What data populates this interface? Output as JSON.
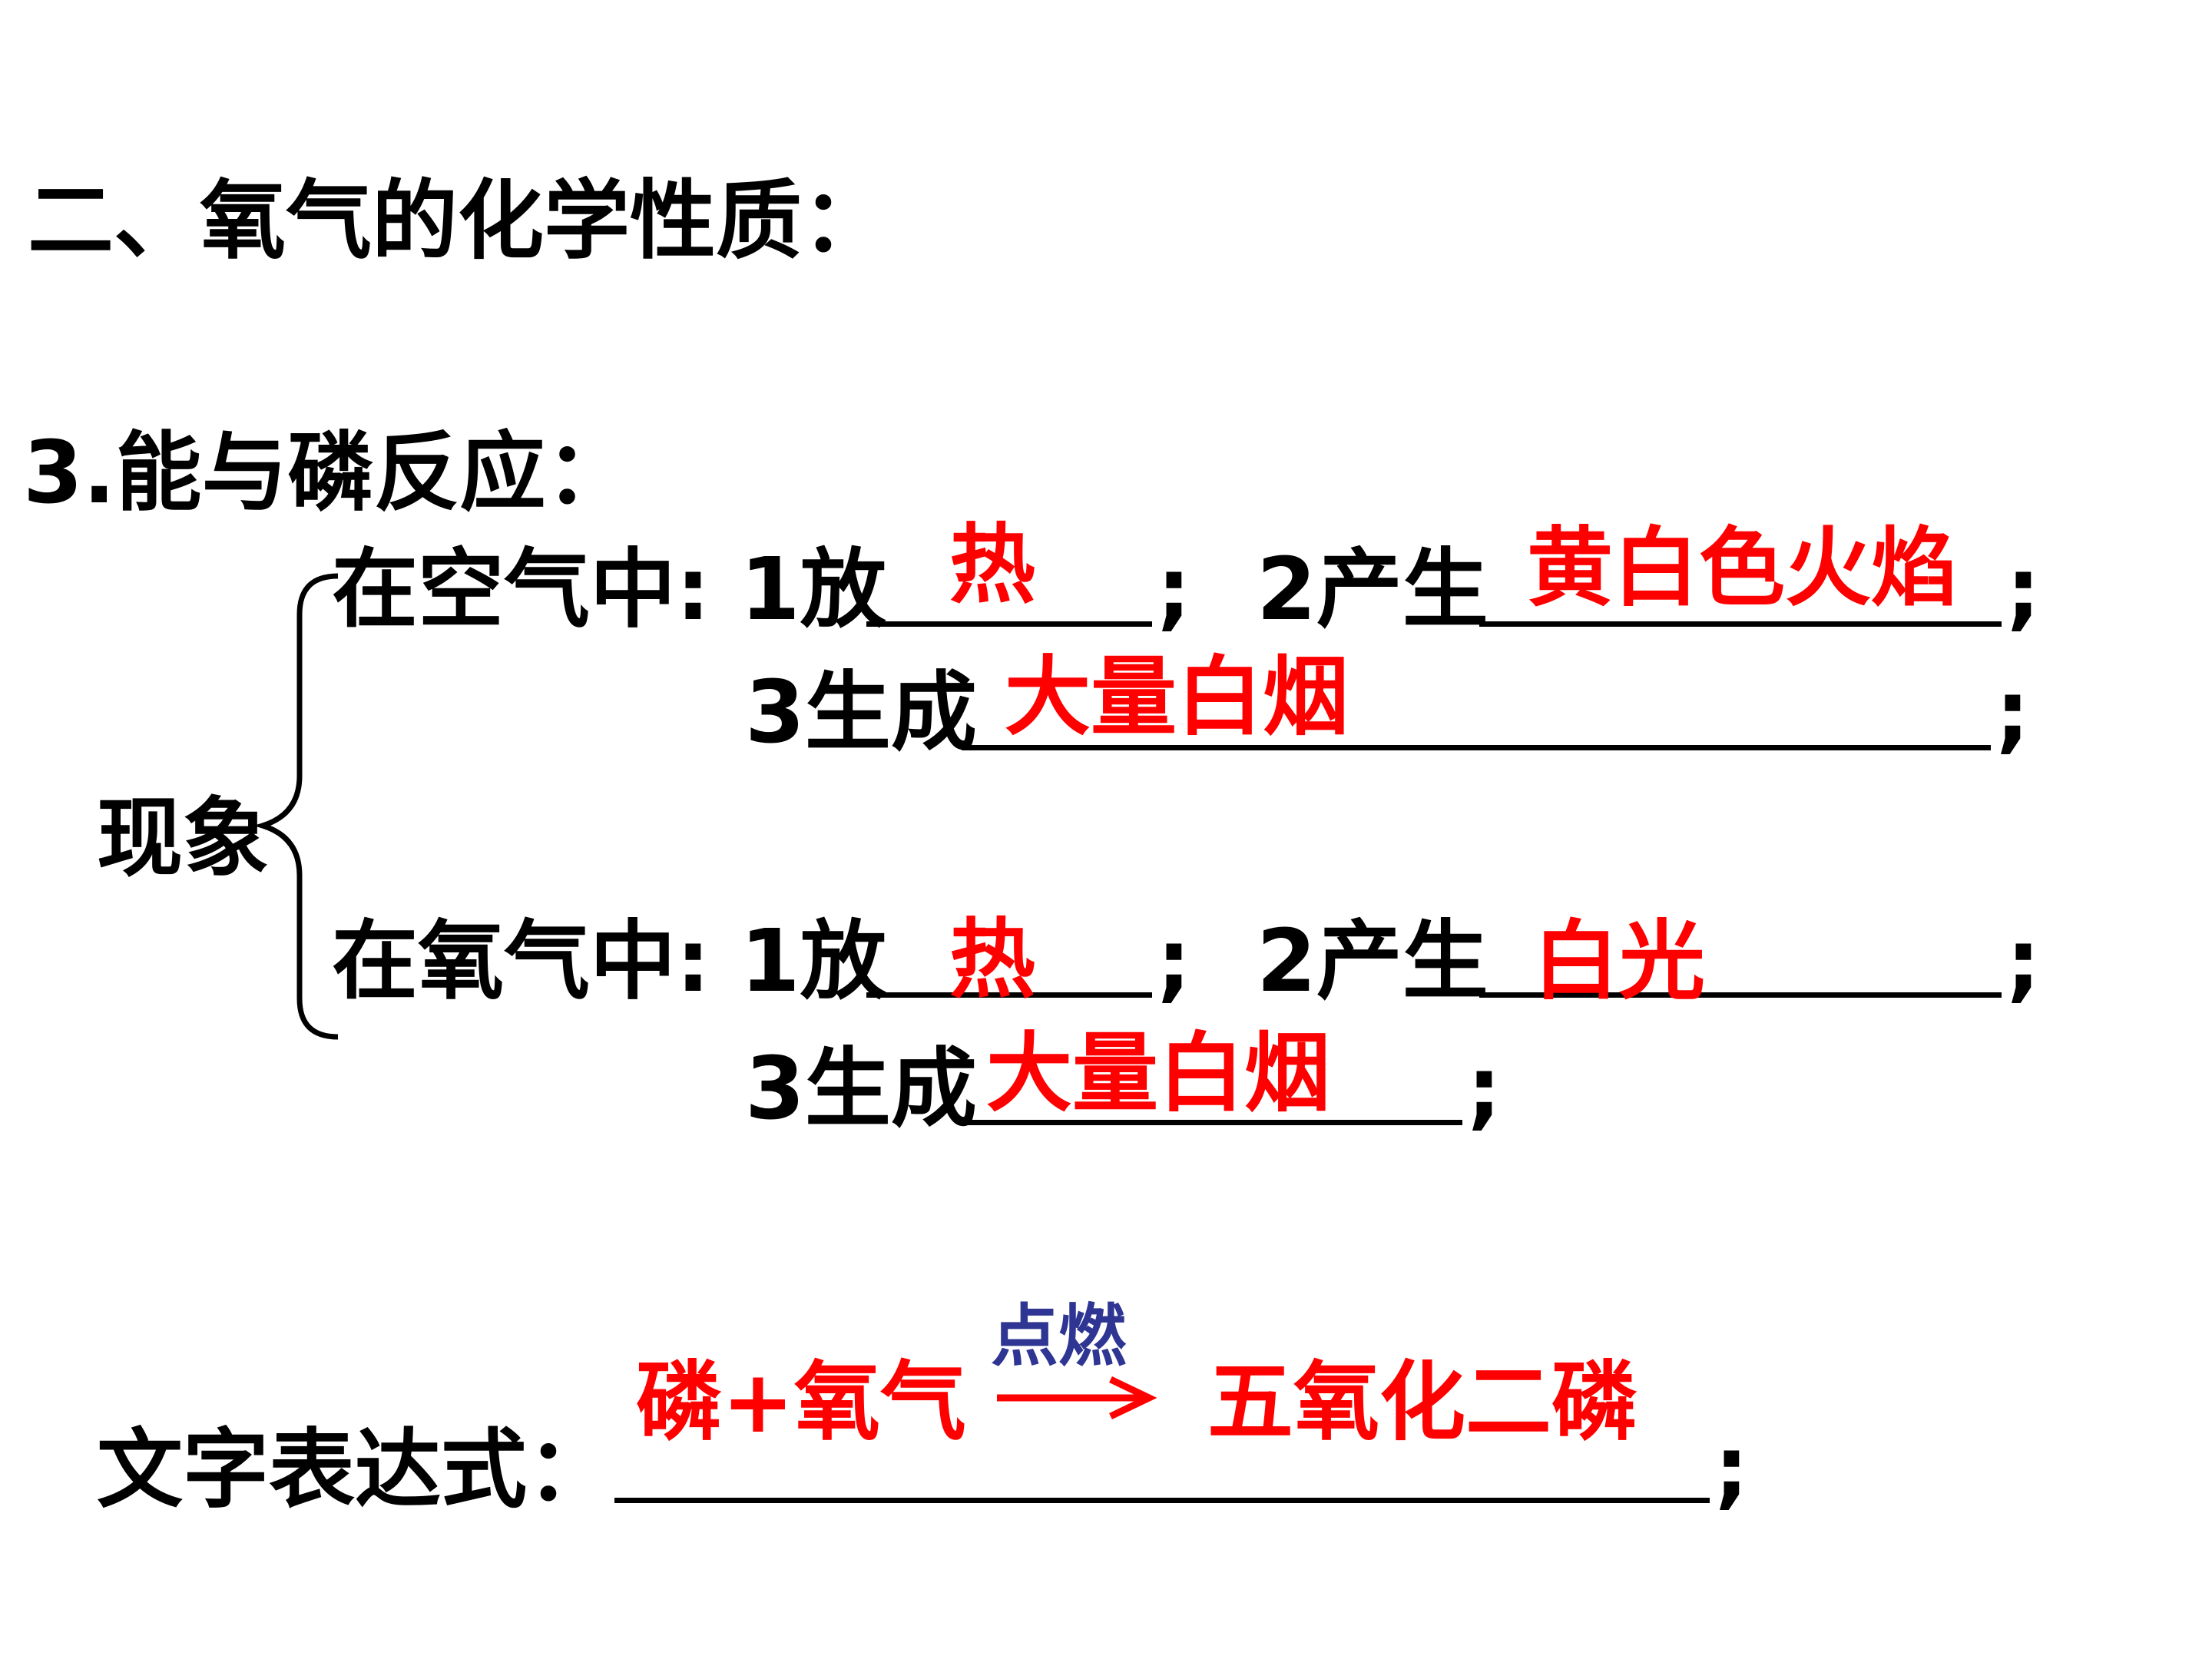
{
  "section_title": "二、氧气的化学性质：",
  "item_title": "3.能与磷反应：",
  "phenomenon_label": "现象",
  "colors": {
    "answer": "#ff0000",
    "condition": "#2e3592",
    "text": "#000000"
  },
  "in_air": {
    "label": "在空气中: 1放",
    "answer1": "热",
    "semi1": ";",
    "label2": "2产生",
    "answer2": "黄白色火焰",
    "semi2": ";",
    "label3": "3生成",
    "answer3": "大量白烟",
    "semi3": ";"
  },
  "in_oxygen": {
    "label": "在氧气中: 1放",
    "answer1": "热",
    "semi1": ";",
    "label2": "2产生",
    "answer2": "白光",
    "semi2": ";",
    "label3": "3生成",
    "answer3": "大量白烟",
    "semi3": ";"
  },
  "word_equation": {
    "label": "文字表达式：",
    "reactants": "磷+氧气",
    "condition": "点燃",
    "product": "五氧化二磷",
    "semi": ";"
  }
}
